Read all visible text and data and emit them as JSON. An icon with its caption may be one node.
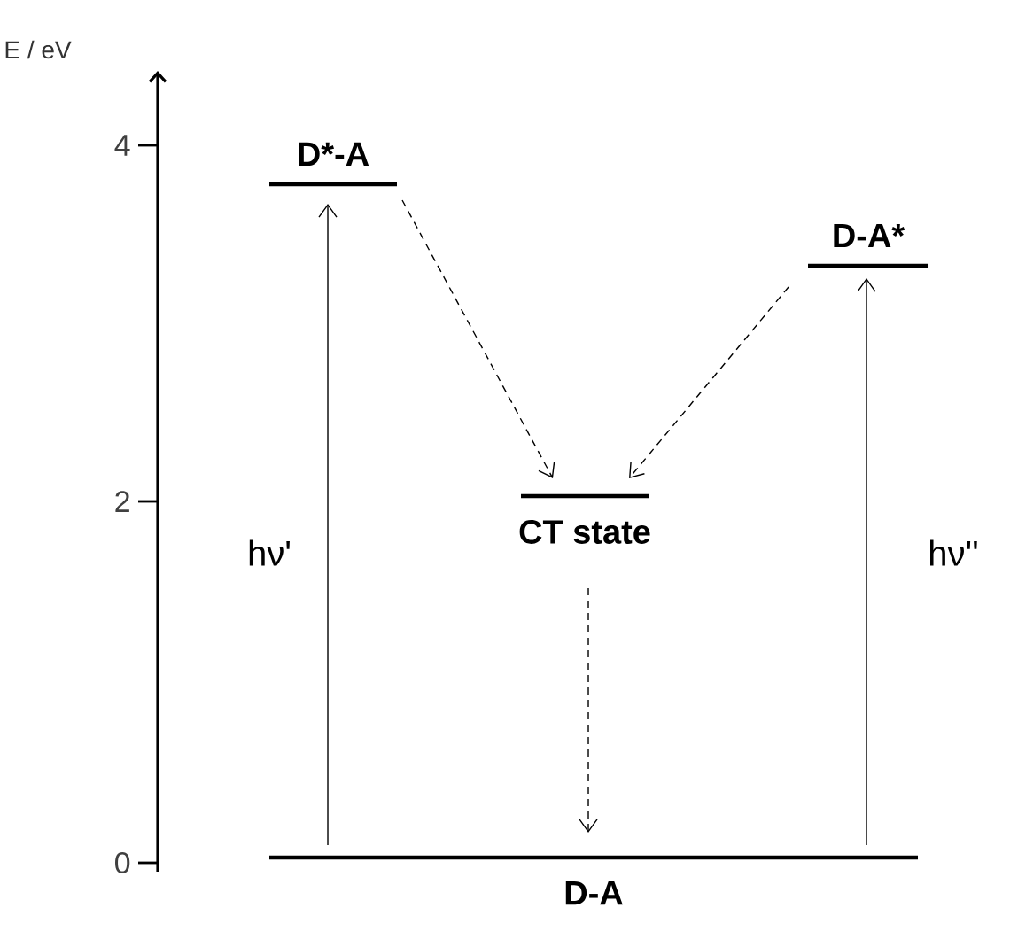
{
  "diagram": {
    "nodes": [
      {
        "text": [
          "D*-A"
        ]
      },
      {
        "text": [
          "D-A*"
        ]
      },
      {
        "text": [
          "CT state"
        ]
      },
      {
        "text": [
          "D-A"
        ]
      }
    ],
    "edges": [
      {
        "from": 3,
        "to": 0,
        "arrow": "to",
        "label": "hν'"
      },
      {
        "from": 3,
        "to": 1,
        "arrow": "to",
        "label": "hν''"
      },
      {
        "from": 0,
        "to": 2,
        "arrow": "to",
        "style": "dashed"
      },
      {
        "from": 1,
        "to": 2,
        "arrow": "to",
        "style": "dashed"
      },
      {
        "from": 2,
        "to": 3,
        "arrow": "to",
        "style": "dashed"
      }
    ],
    "labels": [
      "E / eV",
      "4",
      "2",
      "0"
    ]
  }
}
